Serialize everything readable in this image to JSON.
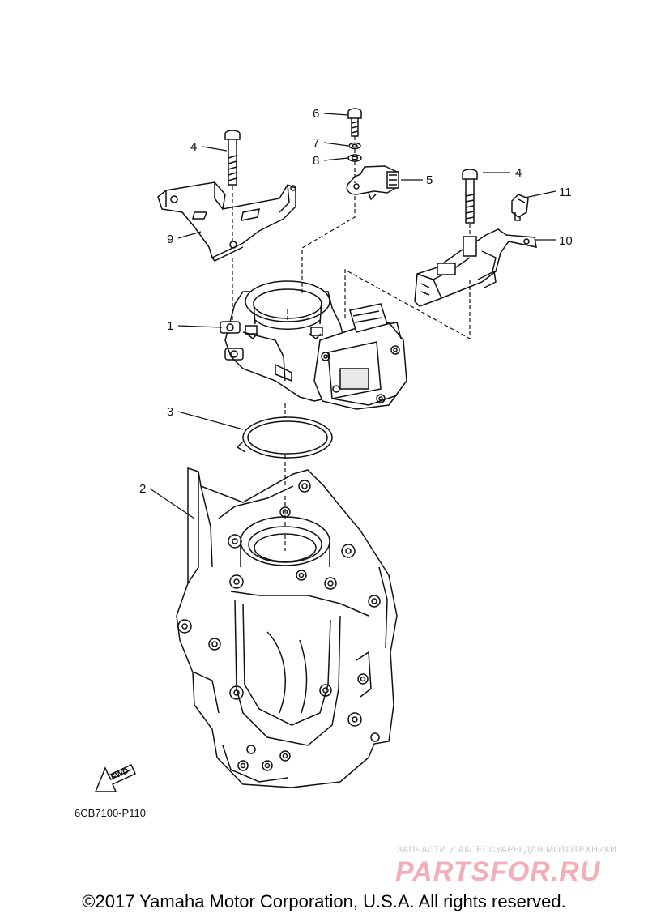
{
  "callouts": [
    {
      "id": "1",
      "label": "1"
    },
    {
      "id": "2",
      "label": "2"
    },
    {
      "id": "3",
      "label": "3"
    },
    {
      "id": "4a",
      "label": "4"
    },
    {
      "id": "4b",
      "label": "4"
    },
    {
      "id": "5",
      "label": "5"
    },
    {
      "id": "6",
      "label": "6"
    },
    {
      "id": "7",
      "label": "7"
    },
    {
      "id": "8",
      "label": "8"
    },
    {
      "id": "9",
      "label": "9"
    },
    {
      "id": "10",
      "label": "10"
    },
    {
      "id": "11",
      "label": "11"
    }
  ],
  "fwd_label": "FWD",
  "drawing_code": "6CB7100-P110",
  "watermark": {
    "tagline": "ЗАПЧАСТИ И АКСЕССУАРЫ ДЛЯ МОТОТЕХНИКИ",
    "brand": "PARTSFOR.RU"
  },
  "copyright": "©2017 Yamaha Motor Corporation, U.S.A. All rights reserved.",
  "colors": {
    "line": "#111111",
    "watermark_brand": "#f2b0b6",
    "watermark_tagline": "#c8c8c8"
  }
}
